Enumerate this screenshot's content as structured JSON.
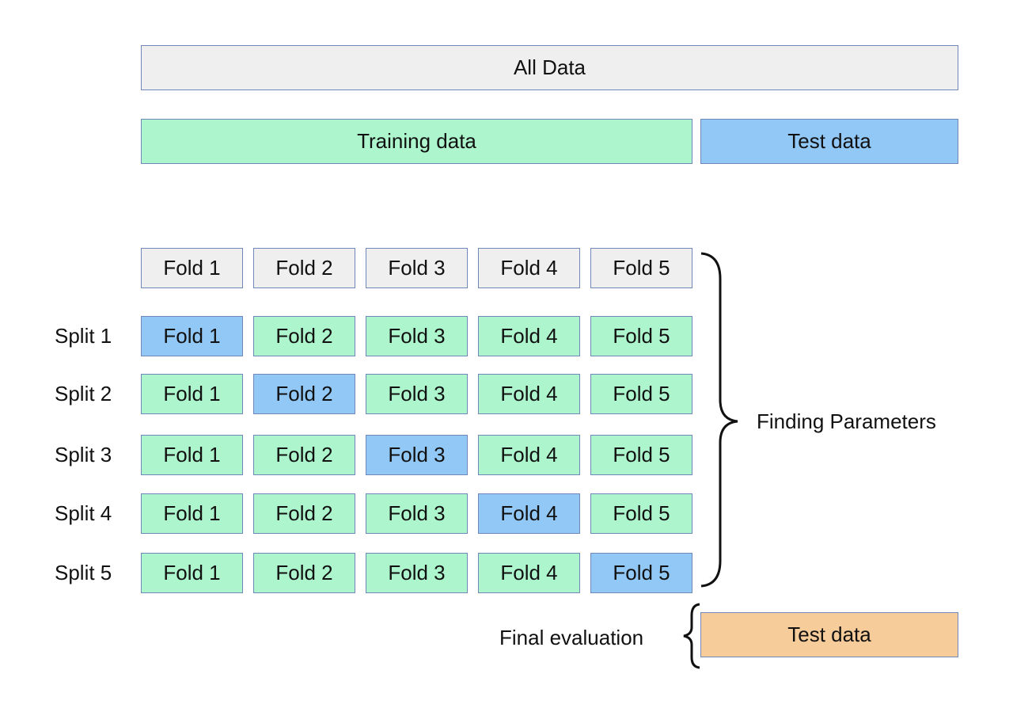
{
  "all_data_label": "All Data",
  "training_label": "Training data",
  "test_label": "Test data",
  "fold_header": [
    "Fold 1",
    "Fold 2",
    "Fold 3",
    "Fold 4",
    "Fold 5"
  ],
  "splits": [
    {
      "label": "Split 1",
      "test_fold": 1
    },
    {
      "label": "Split 2",
      "test_fold": 2
    },
    {
      "label": "Split 3",
      "test_fold": 3
    },
    {
      "label": "Split 4",
      "test_fold": 4
    },
    {
      "label": "Split 5",
      "test_fold": 5
    }
  ],
  "finding_parameters_label": "Finding Parameters",
  "final_evaluation_label": "Final evaluation",
  "final_test_label": "Test data",
  "colors": {
    "all_data": "#efefef",
    "training": "#adf5cd",
    "test": "#92c8f6",
    "final_test": "#f7cc9b",
    "border": "#6f87b9"
  }
}
